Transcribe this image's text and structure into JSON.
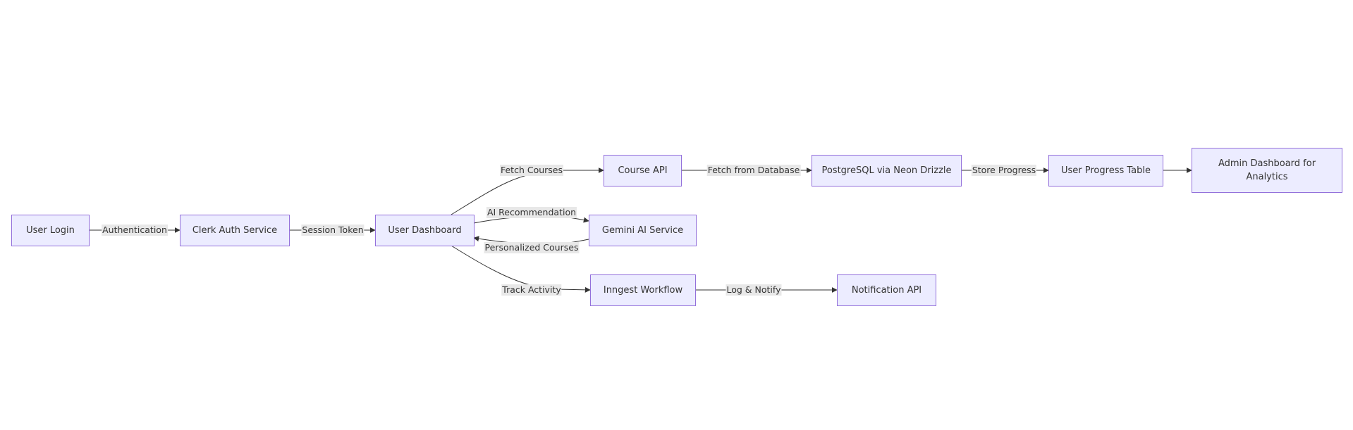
{
  "colors": {
    "node_fill": "#ECECFF",
    "node_border": "#9370DB",
    "edge": "#333333",
    "label_bg": "#e8e8e8",
    "text": "#333333"
  },
  "nodes": {
    "user_login": "User Login",
    "clerk_auth": "Clerk Auth Service",
    "user_dashboard": "User Dashboard",
    "course_api": "Course API",
    "gemini_ai": "Gemini AI Service",
    "inngest": "Inngest Workflow",
    "postgres": "PostgreSQL via Neon Drizzle",
    "notification_api": "Notification API",
    "user_progress": "User Progress Table",
    "admin_dashboard": "Admin Dashboard for Analytics"
  },
  "edges": {
    "authentication": "Authentication",
    "session_token": "Session Token",
    "fetch_courses": "Fetch Courses",
    "ai_recommendation": "AI Recommendation",
    "personalized_courses": "Personalized Courses",
    "track_activity": "Track Activity",
    "fetch_from_database": "Fetch from Database",
    "log_notify": "Log & Notify",
    "store_progress": "Store Progress"
  }
}
